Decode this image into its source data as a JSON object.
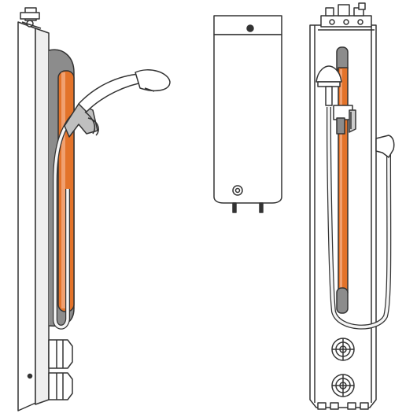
{
  "colors": {
    "outline": "#333333",
    "panel_fill": "#ffffff",
    "panel_edge_fill": "#e6e6e6",
    "rail_fill": "#e3732a",
    "rail_bracket_fill": "#8c8c8c",
    "hose_fill": "#f2f2f2",
    "shadow_fill": "#c8c8c8"
  },
  "views": [
    {
      "id": "side",
      "icon": "shower-panel-side-view-icon"
    },
    {
      "id": "heater",
      "icon": "water-heater-unit-icon"
    },
    {
      "id": "front",
      "icon": "shower-panel-front-view-icon"
    }
  ]
}
